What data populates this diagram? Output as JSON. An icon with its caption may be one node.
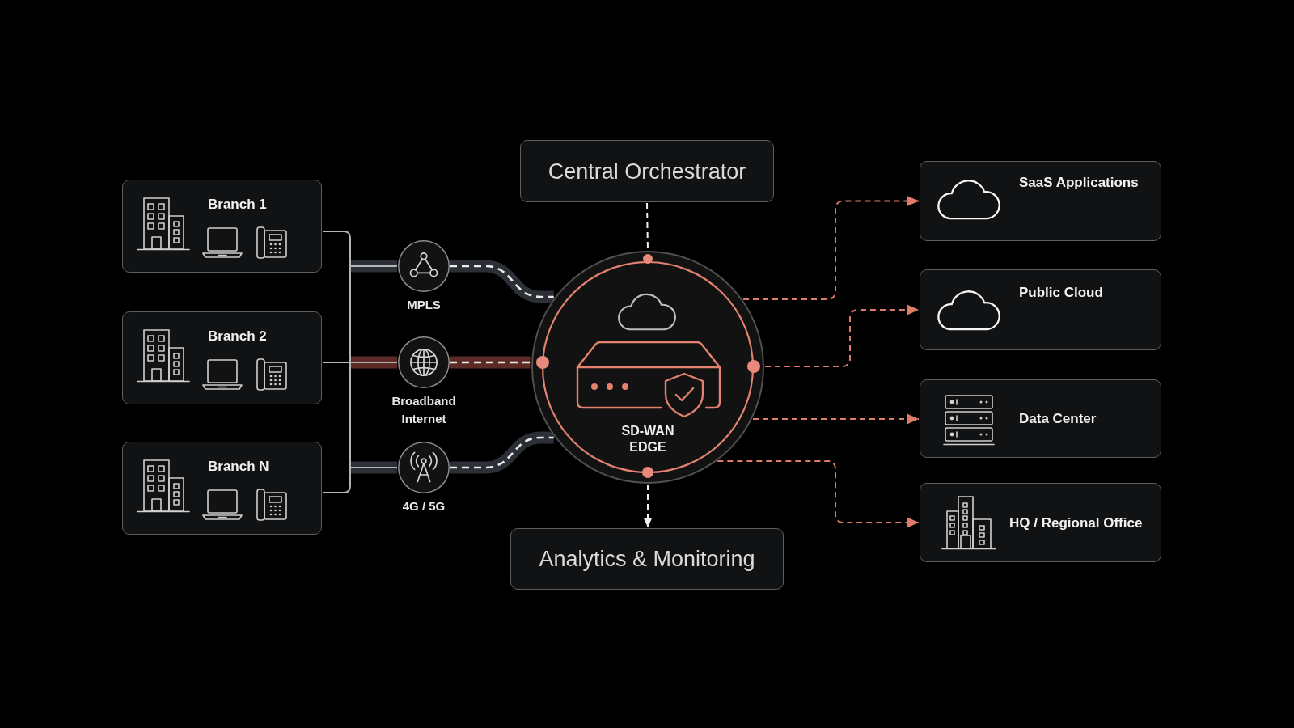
{
  "diagram": {
    "nodes": [
      {
        "text": [
          "Branch 1"
        ]
      },
      {
        "text": [
          "Branch 2"
        ]
      },
      {
        "text": [
          "Branch N"
        ]
      },
      {
        "text": [
          "MPLS"
        ]
      },
      {
        "text": [
          "Broadband Internet"
        ]
      },
      {
        "text": [
          "4G / 5G"
        ]
      },
      {
        "text": [
          "Central Orchestrator"
        ]
      },
      {
        "text": [
          "SD-WAN EDGE"
        ]
      },
      {
        "text": [
          "Analytics & Monitoring"
        ]
      },
      {
        "text": [
          "SaaS Applications"
        ]
      },
      {
        "text": [
          "Public Cloud"
        ]
      },
      {
        "text": [
          "Data Center"
        ]
      },
      {
        "text": [
          "HQ / Regional Office"
        ]
      }
    ],
    "edges": [
      {
        "from": 0,
        "to": 3,
        "arrow": "none"
      },
      {
        "from": 0,
        "to": 4,
        "arrow": "none"
      },
      {
        "from": 0,
        "to": 5,
        "arrow": "none"
      },
      {
        "from": 1,
        "to": 3,
        "arrow": "none"
      },
      {
        "from": 1,
        "to": 4,
        "arrow": "none"
      },
      {
        "from": 1,
        "to": 5,
        "arrow": "none"
      },
      {
        "from": 2,
        "to": 3,
        "arrow": "none"
      },
      {
        "from": 2,
        "to": 4,
        "arrow": "none"
      },
      {
        "from": 2,
        "to": 5,
        "arrow": "none"
      },
      {
        "from": 3,
        "to": 7,
        "arrow": "none",
        "style": "thick",
        "color": "#2c2f35"
      },
      {
        "from": 4,
        "to": 7,
        "arrow": "none",
        "style": "thick",
        "color": "#5c2b25"
      },
      {
        "from": 5,
        "to": 7,
        "arrow": "none",
        "style": "thick",
        "color": "#2c2f35"
      },
      {
        "from": 6,
        "to": 7,
        "arrow": "none",
        "style": "dashed",
        "color": "#f0f0f0"
      },
      {
        "from": 7,
        "to": 8,
        "arrow": "to",
        "style": "dashed",
        "color": "#f0f0f0"
      },
      {
        "from": 7,
        "to": 9,
        "arrow": "to",
        "style": "dashed",
        "color": "#e07b6c"
      },
      {
        "from": 7,
        "to": 10,
        "arrow": "to",
        "style": "dashed",
        "color": "#e07b6c"
      },
      {
        "from": 7,
        "to": 11,
        "arrow": "to",
        "style": "dashed",
        "color": "#e07b6c"
      },
      {
        "from": 7,
        "to": 12,
        "arrow": "to",
        "style": "dashed",
        "color": "#e07b6c"
      }
    ]
  }
}
